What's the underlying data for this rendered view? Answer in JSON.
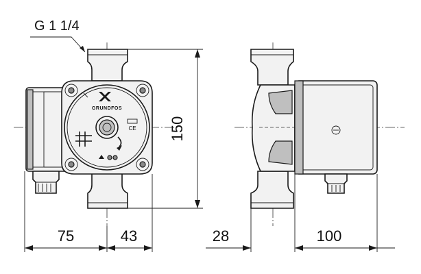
{
  "labels": {
    "connection": "G 1 1/4",
    "brand": "GRUNDFOS",
    "ce_mark": "CE"
  },
  "dimensions": {
    "d75": "75",
    "d43": "43",
    "d28": "28",
    "d100": "100",
    "d150": "150"
  }
}
